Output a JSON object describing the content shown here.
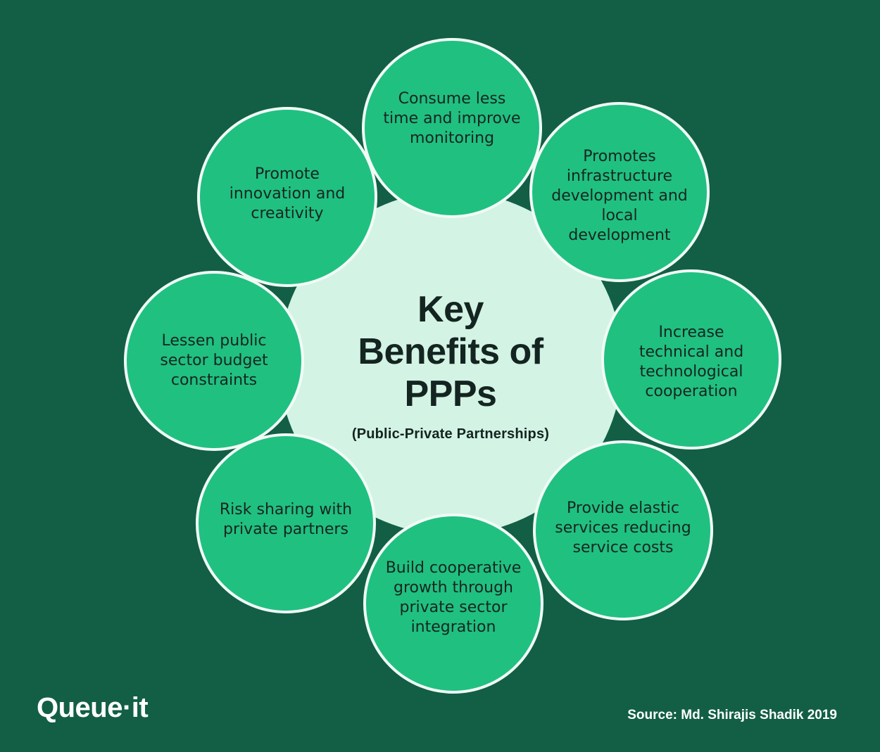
{
  "center": {
    "title": "Key Benefits of PPPs",
    "subtitle": "(Public-Private Partnerships)"
  },
  "benefits": [
    "Consume less time and improve monitoring",
    "Promote innovation and creativity",
    "Promotes infrastructure development and local development",
    "Lessen public sector budget constraints",
    "Increase technical and technological cooperation",
    "Risk sharing with private partners",
    "Provide elastic services reducing service costs",
    "Build cooperative growth through private sector integration"
  ],
  "footer": {
    "logo": "Queue·it",
    "source": "Source: Md. Shirajis Shadik 2019"
  },
  "colors": {
    "background": "#125f46",
    "center_fill": "#d3f3e5",
    "node_fill": "#20c081",
    "node_border": "#f1fbf6"
  }
}
